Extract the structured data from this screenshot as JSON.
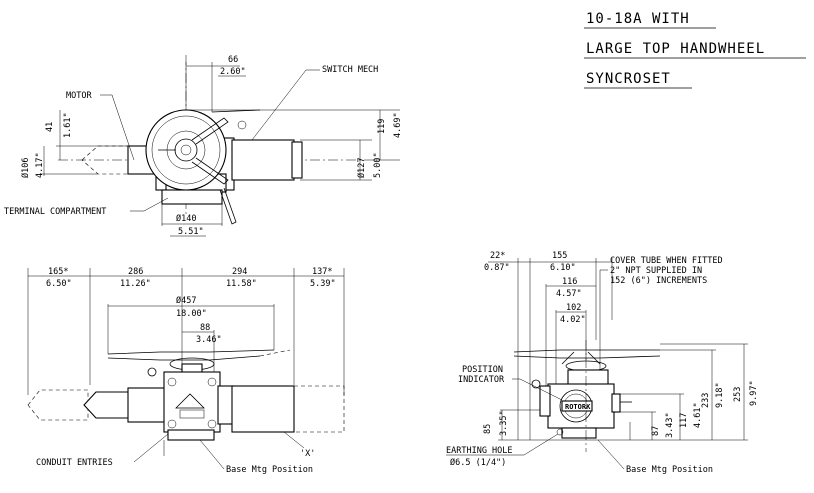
{
  "title": {
    "line1": "10-18A WITH",
    "line2": "LARGE TOP HANDWHEEL",
    "line3": "SYNCROSET"
  },
  "top_view": {
    "dim_66_mm": "66",
    "dim_66_in": "2.60\"",
    "dim_41_mm": "41",
    "dim_41_in": "1.61\"",
    "dim_119_mm": "119",
    "dim_119_in": "4.69\"",
    "dim_106_mm": "Ø106",
    "dim_106_in": "4.17\"",
    "dim_127_mm": "Ø127",
    "dim_127_in": "5.00\"",
    "dim_140_mm": "Ø140",
    "dim_140_in": "5.51\"",
    "label_motor": "MOTOR",
    "label_switch": "SWITCH MECH",
    "label_terminal": "TERMINAL COMPARTMENT"
  },
  "front_view": {
    "dim_165_mm": "165*",
    "dim_165_in": "6.50\"",
    "dim_286_mm": "286",
    "dim_286_in": "11.26\"",
    "dim_294_mm": "294",
    "dim_294_in": "11.58\"",
    "dim_137_mm": "137*",
    "dim_137_in": "5.39\"",
    "dim_457_mm": "Ø457",
    "dim_457_in": "18.00\"",
    "dim_88_mm": "88",
    "dim_88_in": "3.46\"",
    "label_conduit": "CONDUIT ENTRIES",
    "label_base": "Base Mtg Position",
    "label_x": "'X'"
  },
  "side_view": {
    "dim_22_mm": "22*",
    "dim_22_in": "0.87\"",
    "dim_155_mm": "155",
    "dim_155_in": "6.10\"",
    "dim_116_mm": "116",
    "dim_116_in": "4.57\"",
    "dim_102_mm": "102",
    "dim_102_in": "4.02\"",
    "dim_85_mm": "85",
    "dim_85_in": "3.35\"",
    "dim_87_mm": "87",
    "dim_87_in": "3.43\"",
    "dim_117_mm": "117",
    "dim_117_in": "4.61\"",
    "dim_233_mm": "233",
    "dim_233_in": "9.18\"",
    "dim_253_mm": "253",
    "dim_253_in": "9.97\"",
    "cover_note_1": "COVER TUBE WHEN FITTED",
    "cover_note_2": "2\" NPT SUPPLIED IN",
    "cover_note_3": "152 (6\") INCREMENTS",
    "label_position_1": "POSITION",
    "label_position_2": "INDICATOR",
    "label_earthing_1": "EARTHING HOLE",
    "label_earthing_2": "Ø6.5 (1/4\")",
    "label_base": "Base Mtg Position",
    "label_badge": "ROTORK"
  }
}
